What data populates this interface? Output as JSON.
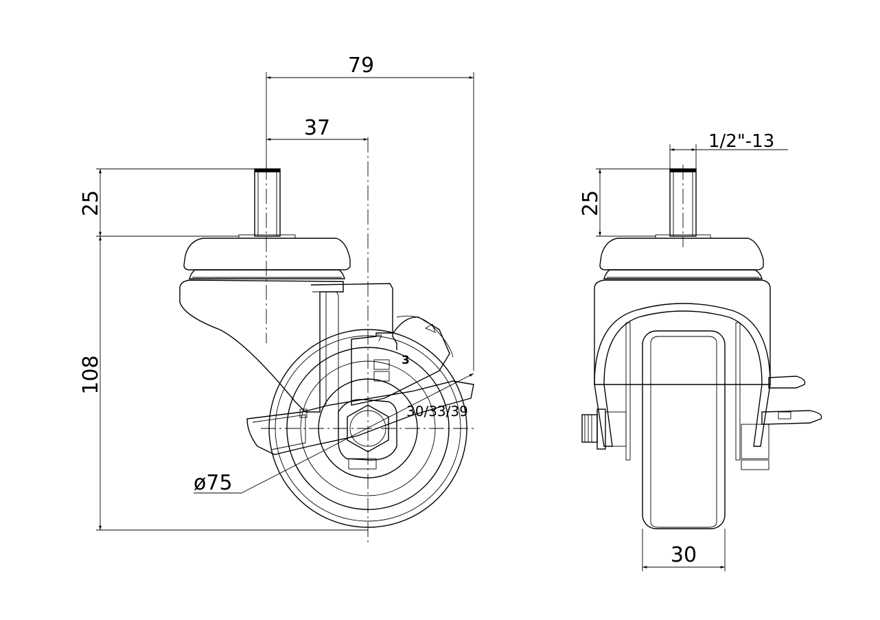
{
  "dimensions": {
    "offset_total": "79",
    "offset_axis": "37",
    "stem_height_side": "25",
    "stem_height_front": "25",
    "overall_height": "108",
    "wheel_diameter": "ø75",
    "wheel_width": "30",
    "thread": "1/2\"-13",
    "brake_range": "30/33/39"
  },
  "part_labels": {
    "brake_marking": "3"
  }
}
